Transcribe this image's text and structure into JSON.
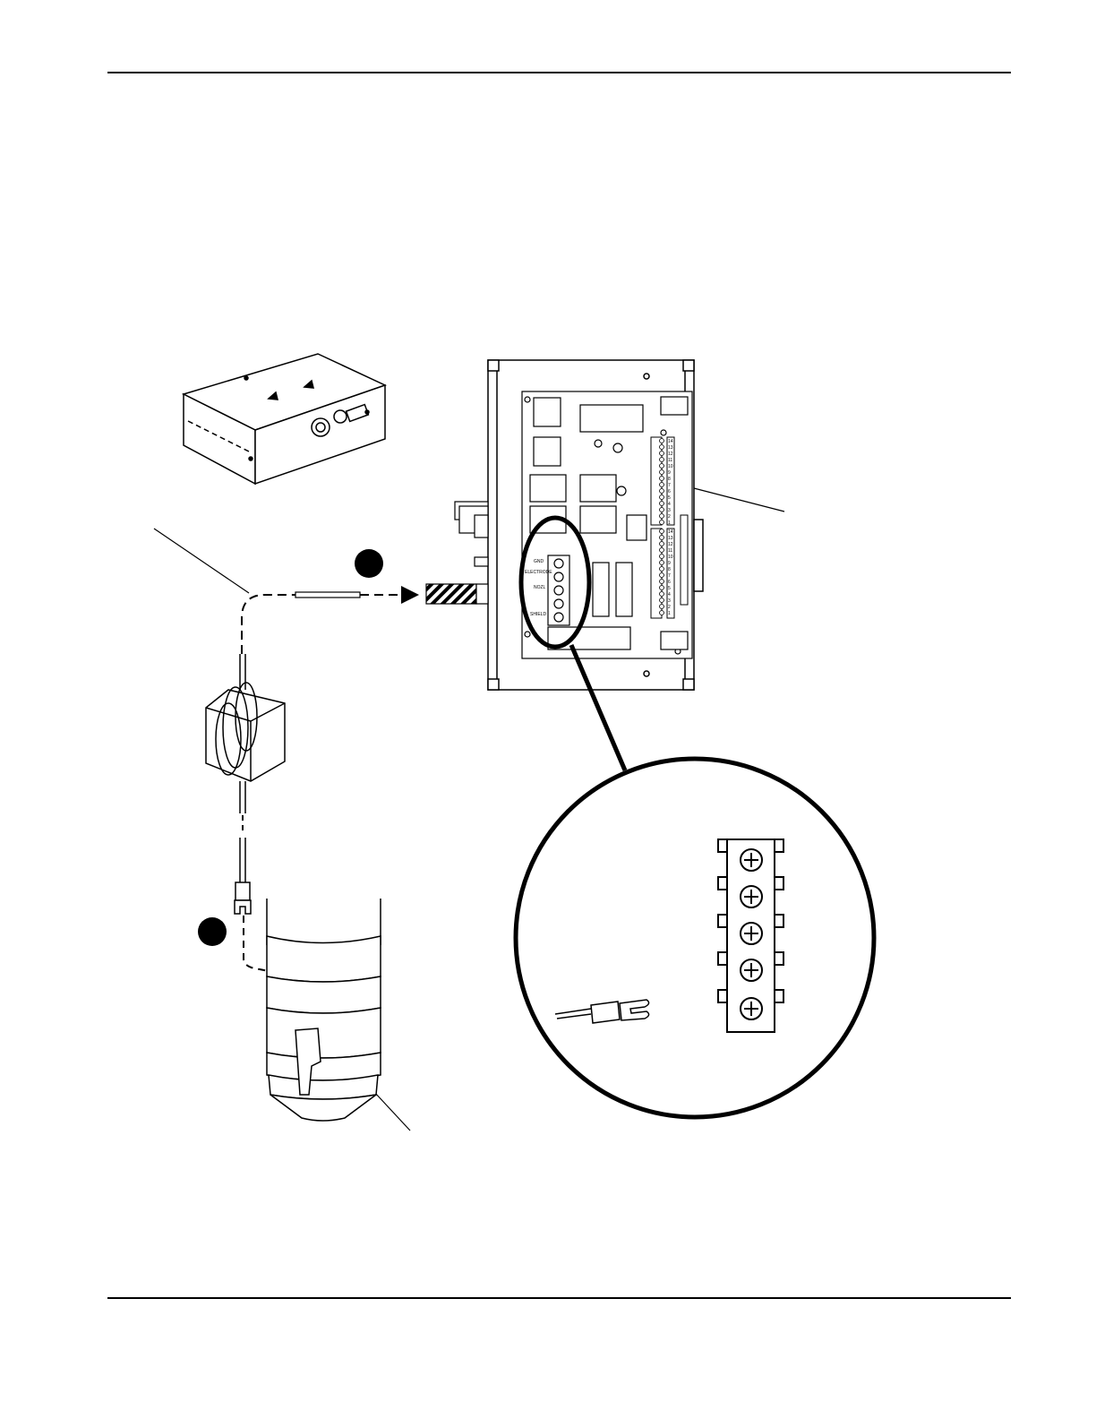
{
  "page": {
    "header_rule": true,
    "footer_rule": true
  },
  "terminal_block": {
    "labels": [
      "GND",
      "ELECTRODE",
      "NOZL",
      "",
      "SHIELD"
    ],
    "positions": 5
  },
  "pcb": {
    "connector_top_numbers": [
      "14",
      "13",
      "12",
      "11",
      "10",
      "9",
      "8",
      "7",
      "6",
      "5",
      "4",
      "3",
      "2",
      "1"
    ],
    "connector_bottom_numbers": [
      "14",
      "13",
      "12",
      "11",
      "10",
      "9",
      "8",
      "7",
      "6",
      "5",
      "4",
      "3",
      "2",
      "1"
    ]
  },
  "colors": {
    "line": "#000000",
    "paper": "#ffffff",
    "shade": "#d9d9d9"
  }
}
